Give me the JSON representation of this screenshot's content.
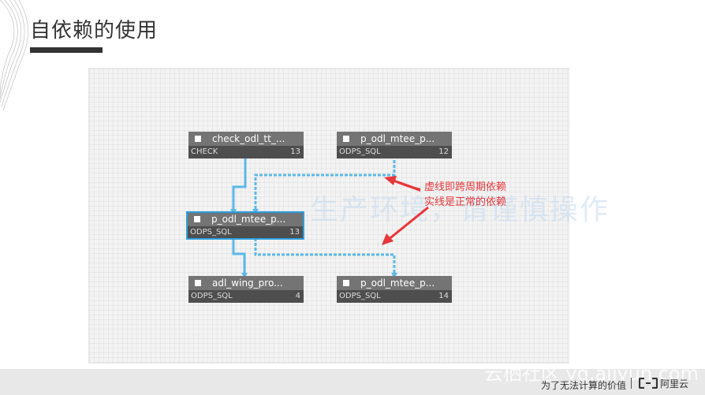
{
  "slide": {
    "title": "自依赖的使用",
    "watermark": "生产环境，请谨慎操作"
  },
  "diagram": {
    "nodes": [
      {
        "id": "n1",
        "name": "check_odl_tt_...",
        "type": "CHECK",
        "count": "13"
      },
      {
        "id": "n2",
        "name": "p_odl_mtee_p...",
        "type": "ODPS_SQL",
        "count": "12"
      },
      {
        "id": "n3",
        "name": "p_odl_mtee_p...",
        "type": "ODPS_SQL",
        "count": "13"
      },
      {
        "id": "n4",
        "name": "adl_wing_pro...",
        "type": "ODPS_SQL",
        "count": "4"
      },
      {
        "id": "n5",
        "name": "p_odl_mtee_p...",
        "type": "ODPS_SQL",
        "count": "14"
      }
    ],
    "links": [
      {
        "from": "n1",
        "to": "n3",
        "style": "solid"
      },
      {
        "from": "n2",
        "to": "n3",
        "style": "dashed"
      },
      {
        "from": "n3",
        "to": "n4",
        "style": "solid"
      },
      {
        "from": "n3",
        "to": "n5",
        "style": "dashed"
      }
    ],
    "annotation": {
      "line1": "虚线即跨周期依赖",
      "line2": "实线是正常的依赖"
    },
    "colors": {
      "link": "#5bb8e8",
      "arrow": "#e8363a",
      "selected_border": "#2d9fe0"
    }
  },
  "footer": {
    "watermark": "云栖社区 yq.aliyun.com",
    "slogan": "为了无法计算的价值",
    "brand": "阿里云"
  }
}
